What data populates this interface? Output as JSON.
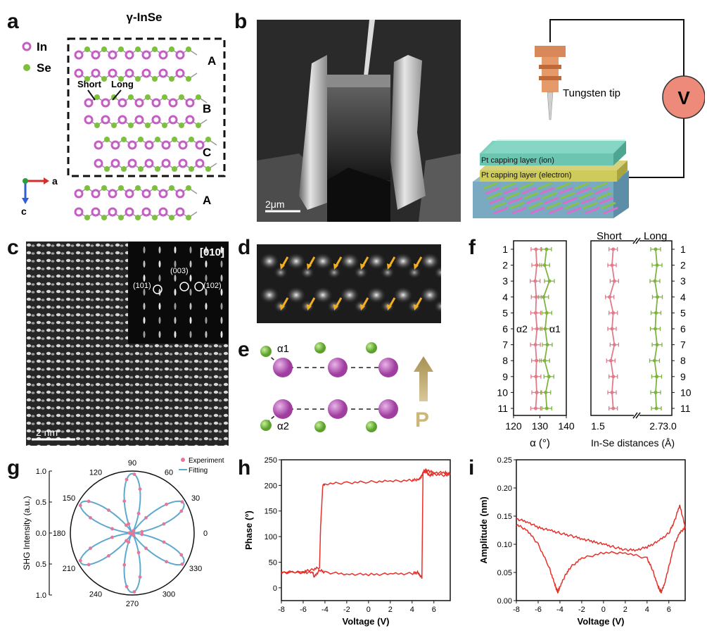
{
  "panels": {
    "a": "a",
    "b": "b",
    "c": "c",
    "d": "d",
    "e": "e",
    "f": "f",
    "g": "g",
    "h": "h",
    "i": "i"
  },
  "panel_a": {
    "title": "γ-InSe",
    "legend": [
      {
        "label": "In",
        "color": "#c45ec4"
      },
      {
        "label": "Se",
        "color": "#7fbf3f"
      }
    ],
    "layer_labels": [
      "A",
      "B",
      "C",
      "A"
    ],
    "bond_labels": {
      "short": "Short",
      "long": "Long"
    },
    "axes": {
      "a": "a",
      "c": "c"
    }
  },
  "panel_b": {
    "scale_bar": "2μm",
    "tip_label": "Tungsten tip",
    "voltmeter": "V",
    "layer_ion": "Pt capping layer (ion)",
    "layer_electron": "Pt capping layer (electron)"
  },
  "panel_c": {
    "zone_axis": "[010]",
    "spots": [
      "(101)",
      "(003)",
      "(102)"
    ],
    "scale_bar": "2 nm"
  },
  "panel_e": {
    "alpha1": "α1",
    "alpha2": "α2",
    "polarization": "P"
  },
  "panel_f": {
    "left": {
      "xlabel": "α (°)",
      "xticks": [
        "120",
        "130",
        "140"
      ],
      "series_labels": {
        "a2": "α2",
        "a1": "α1"
      },
      "rows": [
        1,
        2,
        3,
        4,
        5,
        6,
        7,
        8,
        9,
        10,
        11
      ],
      "alpha2": [
        128.5,
        128.8,
        128.2,
        128.6,
        128.4,
        128.9,
        128.3,
        128.7,
        128.5,
        128.8,
        128.4
      ],
      "alpha1": [
        132.5,
        131.8,
        133.6,
        131.4,
        132.6,
        132.0,
        132.8,
        131.8,
        133.4,
        132.2,
        132.6
      ]
    },
    "right": {
      "xlabel": "In-Se distances (Å)",
      "xticks": [
        "1.5",
        "2.7",
        "3.0"
      ],
      "headers": {
        "short": "Short",
        "long": "Long"
      },
      "rows": [
        "1",
        "2",
        "3",
        "4",
        "5",
        "6",
        "7",
        "8",
        "9",
        "10",
        "11"
      ],
      "short": [
        1.63,
        1.62,
        1.64,
        1.6,
        1.63,
        1.62,
        1.64,
        1.61,
        1.63,
        1.62,
        1.63
      ],
      "long": [
        2.68,
        2.72,
        2.66,
        2.73,
        2.69,
        2.67,
        2.72,
        2.65,
        2.71,
        2.68,
        2.7
      ]
    }
  },
  "chart_data": [
    {
      "type": "scatter",
      "panel": "g",
      "title": "",
      "ylabel": "SHG Intensity (a.u.)",
      "angle_ticks": [
        "0",
        "30",
        "60",
        "90",
        "120",
        "150",
        "180",
        "210",
        "240",
        "270",
        "300",
        "330"
      ],
      "radial_ticks": [
        "0.0",
        "0.5",
        "1.0"
      ],
      "series": [
        {
          "name": "Experiment",
          "color": "#e5779a"
        },
        {
          "name": "Fitting",
          "color": "#5ea9d0"
        }
      ],
      "model": "cos^2(3θ)"
    },
    {
      "type": "line",
      "panel": "h",
      "xlabel": "Voltage (V)",
      "ylabel": "Phase (°)",
      "xlim": [
        -8,
        7.5
      ],
      "ylim": [
        -25,
        250
      ],
      "xticks": [
        "-8",
        "-6",
        "-4",
        "-2",
        "0",
        "2",
        "4",
        "6"
      ],
      "yticks": [
        "0",
        "50",
        "100",
        "150",
        "200",
        "250"
      ],
      "color": "#e8302a",
      "x": [
        -8,
        -6,
        -5.2,
        -4.5,
        -4.4,
        -4.2,
        -4.0,
        -2,
        0,
        2,
        4,
        4.6,
        4.8,
        4.95,
        5.0,
        5.2,
        5.6,
        6,
        7,
        7.5,
        7,
        6,
        5.5,
        5.1,
        5.0,
        4.9,
        4.7,
        4.5,
        4,
        2,
        0,
        -2,
        -4,
        -4.5,
        -5,
        -5.1,
        -6,
        -8
      ],
      "y": [
        30,
        32,
        35,
        40,
        120,
        200,
        203,
        205,
        207,
        208,
        210,
        212,
        215,
        222,
        225,
        228,
        220,
        222,
        220,
        222,
        225,
        225,
        228,
        230,
        222,
        20,
        25,
        30,
        28,
        27,
        26,
        27,
        30,
        35,
        20,
        30,
        30,
        30
      ]
    },
    {
      "type": "line",
      "panel": "i",
      "xlabel": "Voltage (V)",
      "ylabel": "Amplitude (nm)",
      "xlim": [
        -8,
        7.5
      ],
      "ylim": [
        0,
        0.25
      ],
      "xticks": [
        "-8",
        "-6",
        "-4",
        "-2",
        "0",
        "2",
        "4",
        "6"
      ],
      "yticks": [
        "0.00",
        "0.05",
        "0.10",
        "0.15",
        "0.20",
        "0.25"
      ],
      "color": "#e8302a",
      "x": [
        -8,
        -7,
        -6,
        -5,
        -4.5,
        -4.2,
        -4,
        -3.5,
        -3,
        -2,
        0,
        2,
        4,
        4.5,
        5,
        5.3,
        5.6,
        6,
        6.5,
        7,
        7.5,
        7,
        6.5,
        6,
        5,
        4,
        3,
        2,
        1,
        0,
        -1,
        -2,
        -3,
        -4,
        -5,
        -6,
        -7,
        -8
      ],
      "y": [
        0.135,
        0.125,
        0.1,
        0.06,
        0.03,
        0.015,
        0.025,
        0.045,
        0.06,
        0.075,
        0.085,
        0.085,
        0.075,
        0.055,
        0.025,
        0.015,
        0.03,
        0.06,
        0.1,
        0.12,
        0.13,
        0.17,
        0.14,
        0.12,
        0.105,
        0.095,
        0.09,
        0.09,
        0.095,
        0.1,
        0.105,
        0.11,
        0.115,
        0.12,
        0.125,
        0.13,
        0.14,
        0.145
      ]
    }
  ]
}
